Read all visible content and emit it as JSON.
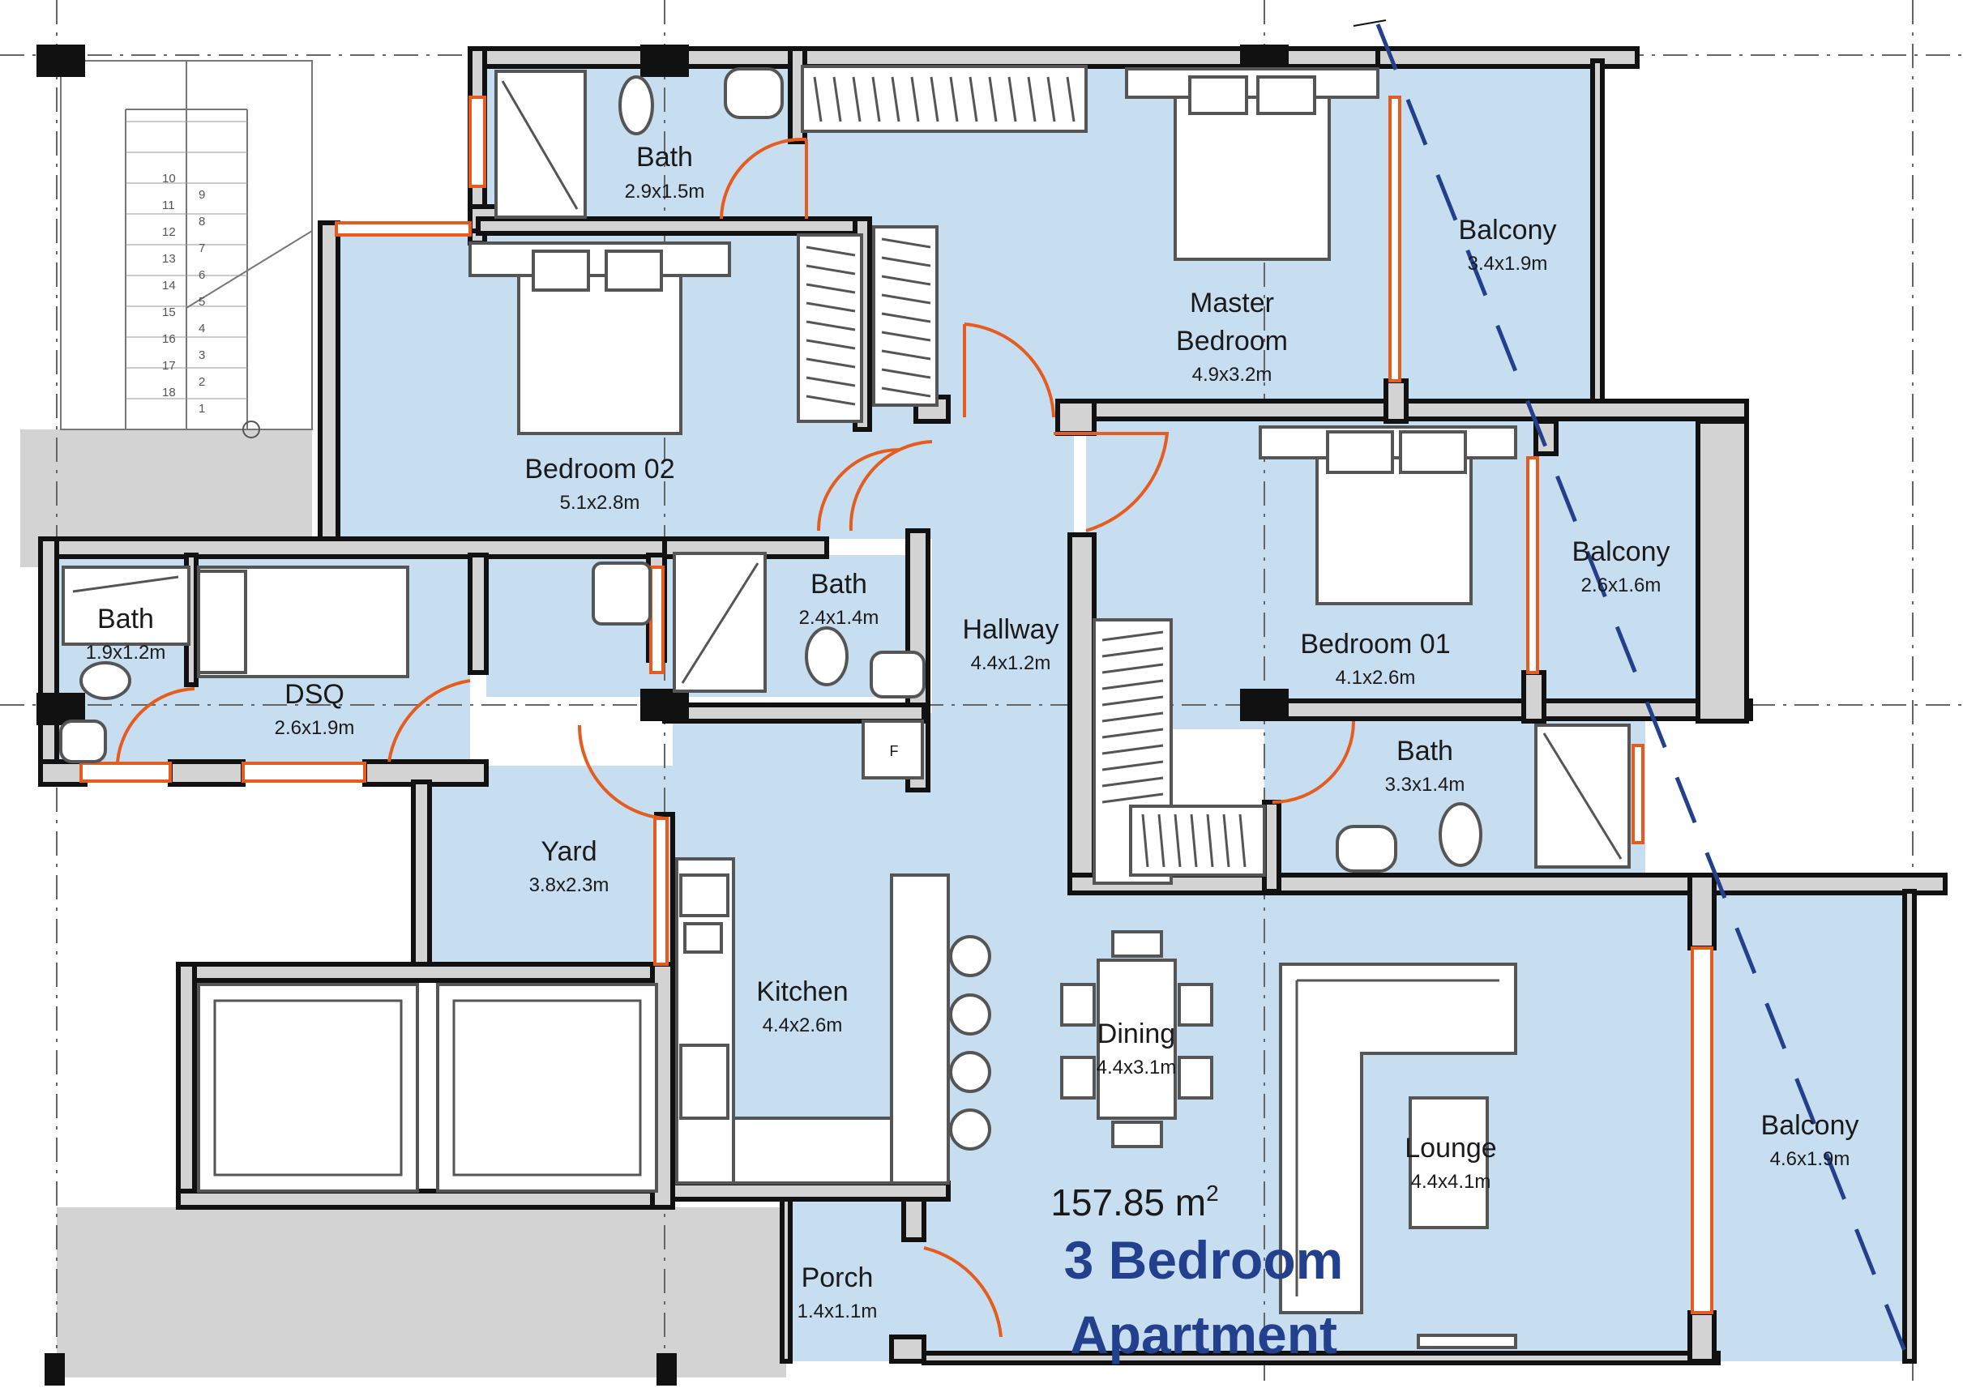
{
  "title": {
    "line1": "3 Bedroom",
    "line2": "Apartment",
    "color": "#23408e"
  },
  "total_area": {
    "value": "157.85 m",
    "superscript": "2"
  },
  "rooms": [
    {
      "id": "bath-master",
      "name": "Bath",
      "dims": "2.9x1.5m"
    },
    {
      "id": "master-bedroom",
      "name": "Master",
      "name2": "Bedroom",
      "dims": "4.9x3.2m"
    },
    {
      "id": "balcony-master",
      "name": "Balcony",
      "dims": "3.4x1.9m"
    },
    {
      "id": "bedroom-02",
      "name": "Bedroom 02",
      "dims": "5.1x2.8m"
    },
    {
      "id": "bath-dsq",
      "name": "Bath",
      "dims": "1.9x1.2m"
    },
    {
      "id": "dsq",
      "name": "DSQ",
      "dims": "2.6x1.9m"
    },
    {
      "id": "bath-shared",
      "name": "Bath",
      "dims": "2.4x1.4m"
    },
    {
      "id": "hallway",
      "name": "Hallway",
      "dims": "4.4x1.2m"
    },
    {
      "id": "bedroom-01",
      "name": "Bedroom 01",
      "dims": "4.1x2.6m"
    },
    {
      "id": "balcony-01",
      "name": "Balcony",
      "dims": "2.6x1.6m"
    },
    {
      "id": "bath-01",
      "name": "Bath",
      "dims": "3.3x1.4m"
    },
    {
      "id": "yard",
      "name": "Yard",
      "dims": "3.8x2.3m"
    },
    {
      "id": "kitchen",
      "name": "Kitchen",
      "dims": "4.4x2.6m"
    },
    {
      "id": "dining",
      "name": "Dining",
      "dims": "4.4x3.1m"
    },
    {
      "id": "lounge",
      "name": "Lounge",
      "dims": "4.4x4.1m"
    },
    {
      "id": "balcony-lounge",
      "name": "Balcony",
      "dims": "4.6x1.9m"
    },
    {
      "id": "porch",
      "name": "Porch",
      "dims": "1.4x1.1m"
    }
  ],
  "fixtures": {
    "fridge_label": "F"
  },
  "stair_numbers": {
    "left": [
      "10",
      "11",
      "12",
      "13",
      "14",
      "15",
      "16",
      "17",
      "18"
    ],
    "right": [
      "9",
      "8",
      "7",
      "6",
      "5",
      "4",
      "3",
      "2",
      "1"
    ]
  },
  "colors": {
    "room_fill": "#c7def0",
    "wall_fill": "#d3d3d3",
    "door_color": "#e65c1f",
    "section_line": "#23408e"
  }
}
